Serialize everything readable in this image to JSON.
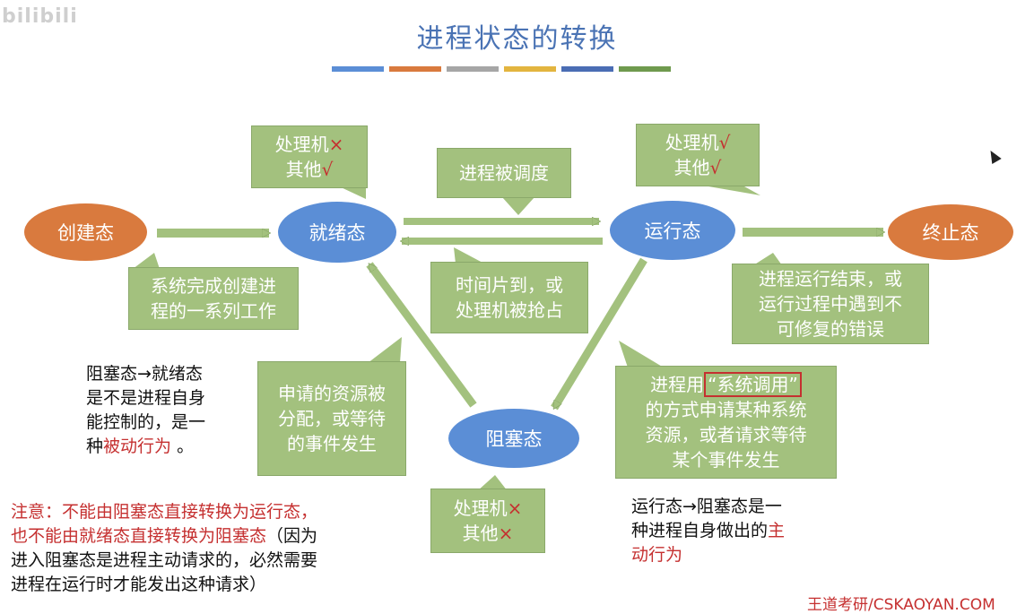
{
  "watermark": "bilibili",
  "title": "进程状态的转换",
  "color_bars": [
    "#5b8ed6",
    "#d97a3e",
    "#a6a6a6",
    "#e3b53f",
    "#4a6db4",
    "#6f9a4e"
  ],
  "states": {
    "create": "创建态",
    "ready": "就绪态",
    "running": "运行态",
    "terminated": "终止态",
    "blocked": "阻塞态"
  },
  "callouts": {
    "ready_resources": {
      "processor": "处理机",
      "processor_mark": "×",
      "other": "其他",
      "other_mark": "√"
    },
    "running_resources": {
      "processor": "处理机",
      "processor_mark": "√",
      "other": "其他",
      "other_mark": "√"
    },
    "blocked_resources": {
      "processor": "处理机",
      "processor_mark": "×",
      "other": "其他",
      "other_mark": "×"
    },
    "scheduled": "进程被调度",
    "create_done": [
      "系统完成创建进",
      "程的一系列工作"
    ],
    "timeslice": [
      "时间片到，或",
      "处理机被抢占"
    ],
    "terminate_reason": [
      "进程运行结束，或",
      "运行过程中遇到不",
      "可修复的错误"
    ],
    "resource_granted": [
      "申请的资源被",
      "分配，或等待",
      "的事件发生"
    ],
    "syscall": {
      "pre": "进程用",
      "highlight": "“系统调用”",
      "rest": [
        "的方式申请某种系统",
        "资源，或者请求等待",
        "某个事件发生"
      ]
    }
  },
  "notes": {
    "blocked_to_ready": {
      "l1": "阻塞态→就绪态",
      "l2": "是不是进程自身",
      "l3": "能控制的，是一",
      "l4_pre": "种",
      "l4_red": "被动行为",
      "l4_post": " 。"
    },
    "running_to_blocked": {
      "l1": "运行态→阻塞态是一",
      "l2_pre": "种进程自身做出的",
      "l2_red": "主",
      "l3_red": "动行为"
    },
    "warning": {
      "l1": "注意：不能由阻塞态直接转换为运行态，",
      "l2_red": "也不能由就绪态直接转换为阻塞态",
      "l2_black": "（因为",
      "l3": "进入阻塞态是进程主动请求的，必然需要",
      "l4": "进程在运行时才能发出这种请求）"
    }
  },
  "footer": "王道考研/CSKAOYAN.COM"
}
